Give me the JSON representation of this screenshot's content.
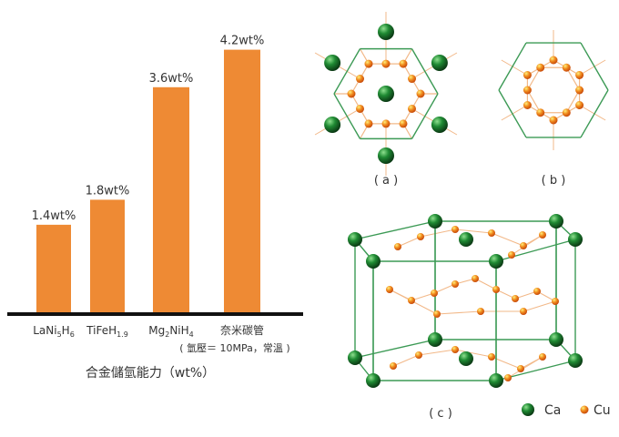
{
  "chart_data": {
    "type": "bar",
    "categories": [
      {
        "base": "LaNi",
        "parts": [
          [
            "LaNi",
            ""
          ],
          [
            "5",
            "sub"
          ],
          [
            "H",
            ""
          ],
          [
            "6",
            "sub"
          ]
        ]
      },
      {
        "base": "TiFeH",
        "parts": [
          [
            "TiFeH",
            ""
          ],
          [
            "1.9",
            "sub"
          ]
        ]
      },
      {
        "base": "Mg2NiH4",
        "parts": [
          [
            "Mg",
            ""
          ],
          [
            "2",
            "sub"
          ],
          [
            "NiH",
            ""
          ],
          [
            "4",
            "sub"
          ]
        ]
      },
      {
        "base": "奈米碳管",
        "parts": [
          [
            "奈米碳管",
            ""
          ]
        ]
      }
    ],
    "values": [
      1.4,
      1.8,
      3.6,
      4.2
    ],
    "data_labels": [
      "1.4wt%",
      "1.8wt%",
      "3.6wt%",
      "4.2wt%"
    ],
    "ylim": [
      0,
      4.5
    ],
    "bar_color": "#ee8a34",
    "axis_color": "#111111",
    "note": "( 氫壓＝ 10MPa，常溫 )",
    "xlabel": "合金儲氫能力（wt%）"
  },
  "diagrams": {
    "labels": {
      "a": "( a )",
      "b": "( b )",
      "c": "( c )"
    },
    "legend": [
      {
        "name": "Ca",
        "color": "#1e7a2e"
      },
      {
        "name": "Cu",
        "color": "#ee7a20"
      }
    ],
    "bond_color": "#f2b888",
    "frame_color": "#3c9a55"
  }
}
